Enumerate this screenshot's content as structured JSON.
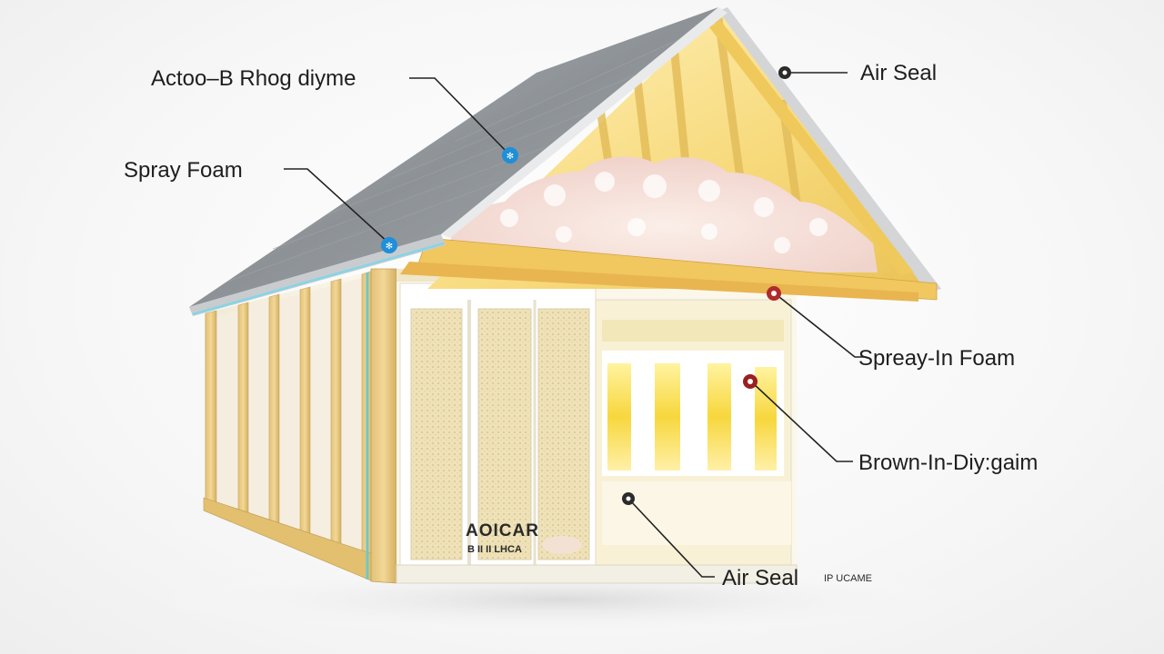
{
  "callouts": [
    {
      "id": "roof-ridge",
      "text": "Actoo–B Rhog diyme",
      "dot_color": "#1e8fd8"
    },
    {
      "id": "spray-foam",
      "text": "Spray Foam",
      "dot_color": "#1e8fd8"
    },
    {
      "id": "air-seal-top",
      "text": "Air Seal",
      "dot_color": "#2b2b2b"
    },
    {
      "id": "spray-in-foam",
      "text": "Spreay-In Foam",
      "dot_color": "#b02a2a"
    },
    {
      "id": "brown-in",
      "text": "Brown-In-Diy:gaim",
      "dot_color": "#9a2020"
    },
    {
      "id": "air-seal-bottom",
      "text": "Air Seal",
      "dot_color": "#2b2b2b"
    }
  ],
  "air_seal_suffix": "IP UCAME",
  "wall_sign": {
    "line1": "AOICAR",
    "line2": "B II II LHCA"
  }
}
